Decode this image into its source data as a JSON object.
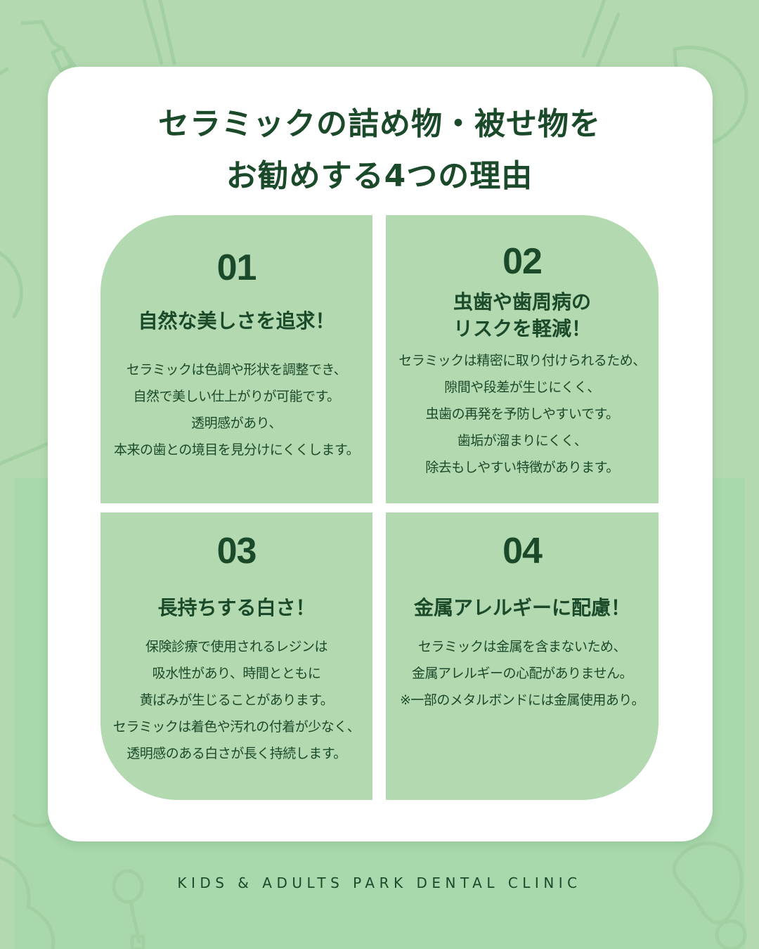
{
  "colors": {
    "background": "#b3d9b0",
    "background_inner": "#a9d8ad",
    "card": "#ffffff",
    "panel": "#b3d9b0",
    "text_dark_green": "#1b4a2a"
  },
  "title": {
    "line1": "セラミックの詰め物・被せ物を",
    "line2": "お勧めする4つの理由"
  },
  "reasons": [
    {
      "number": "01",
      "heading": [
        "自然な美しさを追求！"
      ],
      "body": [
        "セラミックは色調や形状を調整でき、",
        "自然で美しい仕上がりが可能です。",
        "透明感があり、",
        "本来の歯との境目を見分けにくくします。"
      ]
    },
    {
      "number": "02",
      "heading": [
        "虫歯や歯周病の",
        "リスクを軽減！"
      ],
      "body": [
        "セラミックは精密に取り付けられるため、",
        "隙間や段差が生じにくく、",
        "虫歯の再発を予防しやすいです。",
        "歯垢が溜まりにくく、",
        "除去もしやすい特徴があります。"
      ]
    },
    {
      "number": "03",
      "heading": [
        "長持ちする白さ！"
      ],
      "body": [
        "保険診療で使用されるレジンは",
        "吸水性があり、時間とともに",
        "黄ばみが生じることがあります。",
        "セラミックは着色や汚れの付着が少なく、",
        "透明感のある白さが長く持続します。"
      ]
    },
    {
      "number": "04",
      "heading": [
        "金属アレルギーに配慮！"
      ],
      "body": [
        "セラミックは金属を含まないため、",
        "金属アレルギーの心配がありません。",
        "※一部のメタルボンドには金属使用あり。"
      ]
    }
  ],
  "footer": {
    "clinic_name": "KIDS & ADULTS PARK DENTAL CLINIC"
  },
  "decorations": {
    "background_icons": [
      "dental-mirror-icon",
      "toothbrush-icon",
      "tooth-icon",
      "dental-probe-icon"
    ]
  }
}
